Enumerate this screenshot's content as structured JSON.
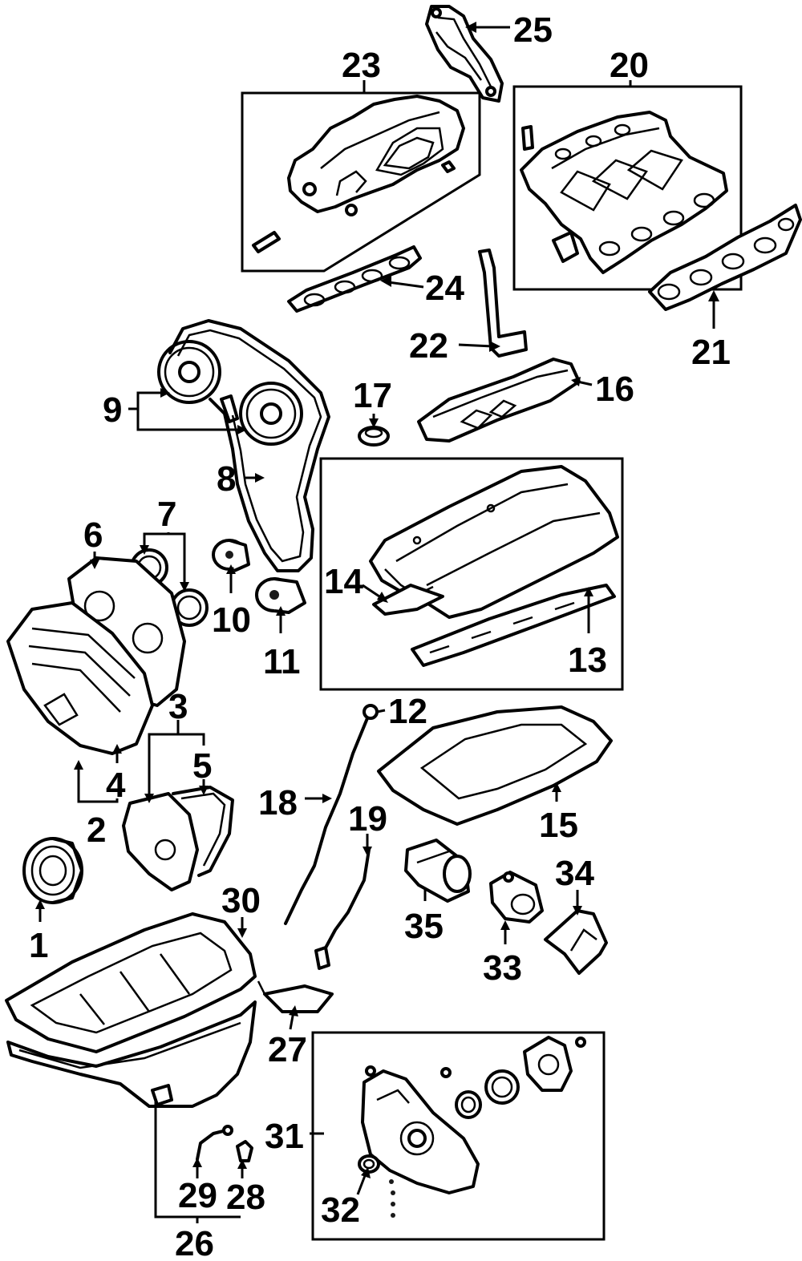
{
  "callouts": {
    "c1": "1",
    "c2": "2",
    "c3": "3",
    "c4": "4",
    "c5": "5",
    "c6": "6",
    "c7": "7",
    "c8": "8",
    "c9": "9",
    "c10": "10",
    "c11": "11",
    "c12": "12",
    "c13": "13",
    "c14": "14",
    "c15": "15",
    "c16": "16",
    "c17": "17",
    "c18": "18",
    "c19": "19",
    "c20": "20",
    "c21": "21",
    "c22": "22",
    "c23": "23",
    "c24": "24",
    "c25": "25",
    "c26": "26",
    "c27": "27",
    "c28": "28",
    "c29": "29",
    "c30": "30",
    "c31": "31",
    "c32": "32",
    "c33": "33",
    "c34": "34",
    "c35": "35"
  },
  "colors": {
    "ink": "#000000",
    "paper": "#ffffff"
  }
}
